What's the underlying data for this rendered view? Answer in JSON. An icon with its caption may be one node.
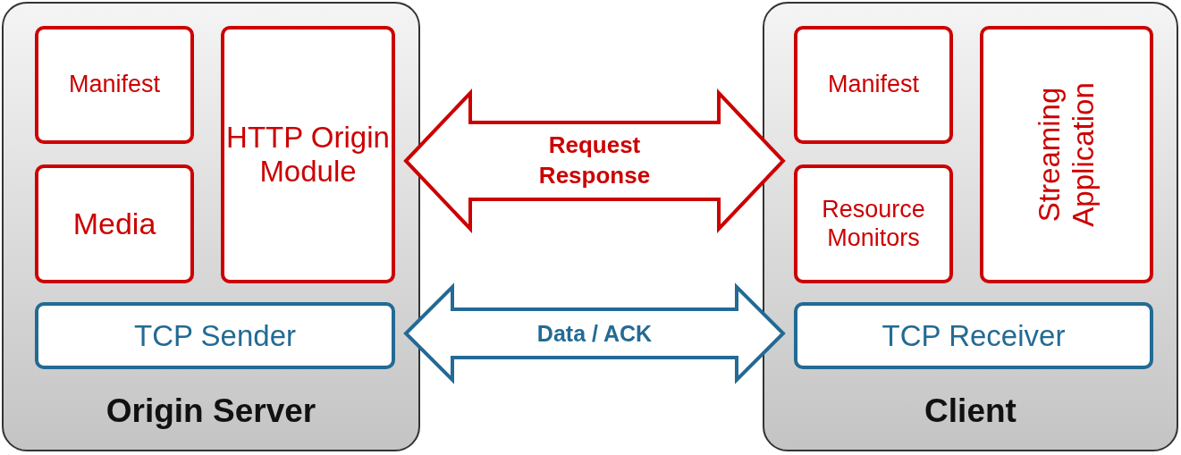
{
  "diagram": {
    "nodes": [
      {
        "text": [
          "Origin Server"
        ]
      },
      {
        "text": [
          "Manifest"
        ],
        "in": 0
      },
      {
        "text": [
          "Media"
        ],
        "in": 0
      },
      {
        "text": [
          "HTTP Origin Module"
        ],
        "in": 0
      },
      {
        "text": [
          "TCP Sender"
        ],
        "in": 0
      },
      {
        "text": [
          "Client"
        ]
      },
      {
        "text": [
          "Manifest"
        ],
        "in": 5
      },
      {
        "text": [
          "Resource Monitors"
        ],
        "in": 5
      },
      {
        "text": [
          "Streaming Application"
        ],
        "in": 5
      },
      {
        "text": [
          "TCP Receiver"
        ],
        "in": 5
      }
    ],
    "edges": [
      {
        "from": 3,
        "to": 5,
        "arrow": "both",
        "label": "Request Response",
        "style": "thick",
        "color": "#cc0000"
      },
      {
        "from": 4,
        "to": 9,
        "arrow": "both",
        "label": "Data / ACK",
        "style": "thick",
        "color": "#236a94"
      }
    ]
  }
}
